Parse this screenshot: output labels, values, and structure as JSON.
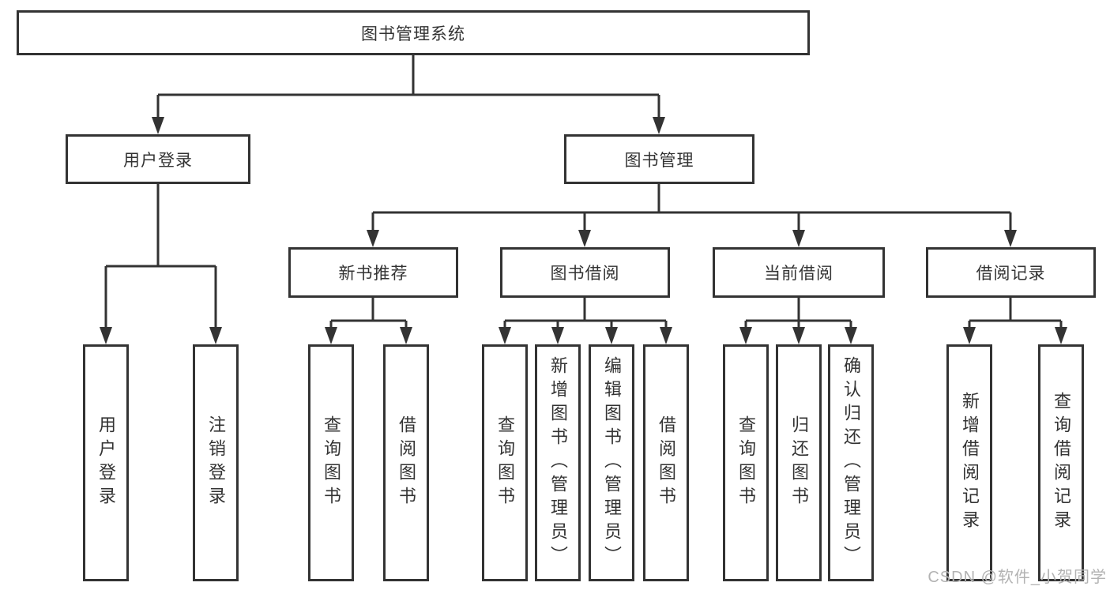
{
  "diagram": {
    "colors": {
      "line": "#333333",
      "text": "#333333",
      "box_bg": "#ffffff",
      "watermark": "#b3b3b3"
    },
    "root": {
      "label": "图书管理系统"
    },
    "branches": [
      {
        "label": "用户登录",
        "children": [
          {
            "label": "用户登录"
          },
          {
            "label": "注销登录"
          }
        ]
      },
      {
        "label": "图书管理",
        "children": [
          {
            "label": "新书推荐",
            "children": [
              {
                "label": "查询图书"
              },
              {
                "label": "借阅图书"
              }
            ]
          },
          {
            "label": "图书借阅",
            "children": [
              {
                "label": "查询图书"
              },
              {
                "label": "新增图书（管理员）"
              },
              {
                "label": "编辑图书（管理员）"
              },
              {
                "label": "借阅图书"
              }
            ]
          },
          {
            "label": "当前借阅",
            "children": [
              {
                "label": "查询图书"
              },
              {
                "label": "归还图书"
              },
              {
                "label": "确认归还（管理员）"
              }
            ]
          },
          {
            "label": "借阅记录",
            "children": [
              {
                "label": "新增借阅记录"
              },
              {
                "label": "查询借阅记录"
              }
            ]
          }
        ]
      }
    ],
    "watermark": "CSDN @软件_小贺同学"
  }
}
